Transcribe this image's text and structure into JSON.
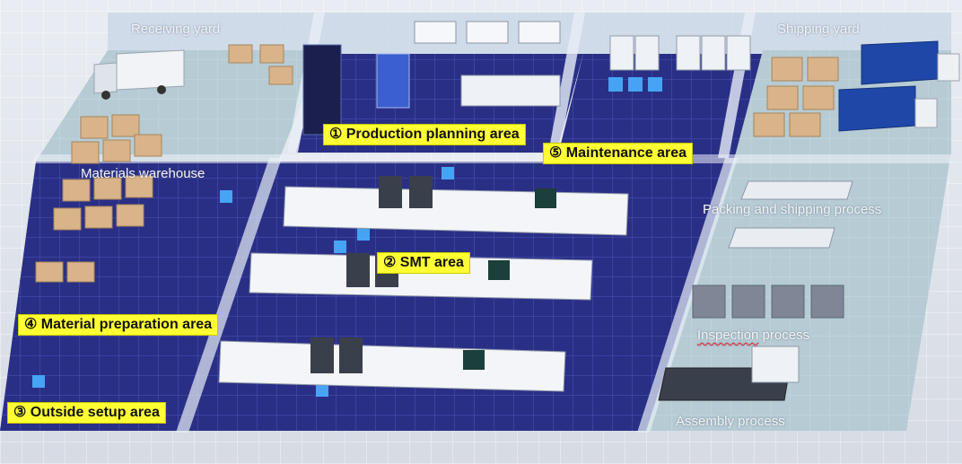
{
  "callouts": {
    "production_planning": "① Production planning area",
    "maintenance": "⑤ Maintenance area",
    "smt": "② SMT area",
    "material_preparation": "④ Material preparation area",
    "outside_setup": "③ Outside setup area"
  },
  "zones": {
    "receiving_yard": "Receiving yard",
    "materials_warehouse": "Materials warehouse",
    "shipping_yard": "Shipping yard",
    "packing_shipping": "Packing and shipping process",
    "inspection_word": "Inspection",
    "inspection_rest": " process",
    "assembly": "Assembly process"
  },
  "colors": {
    "floor_navy": "#2a2f86",
    "floor_light": "#a9c3cf",
    "callout_yellow": "#ffff33"
  }
}
